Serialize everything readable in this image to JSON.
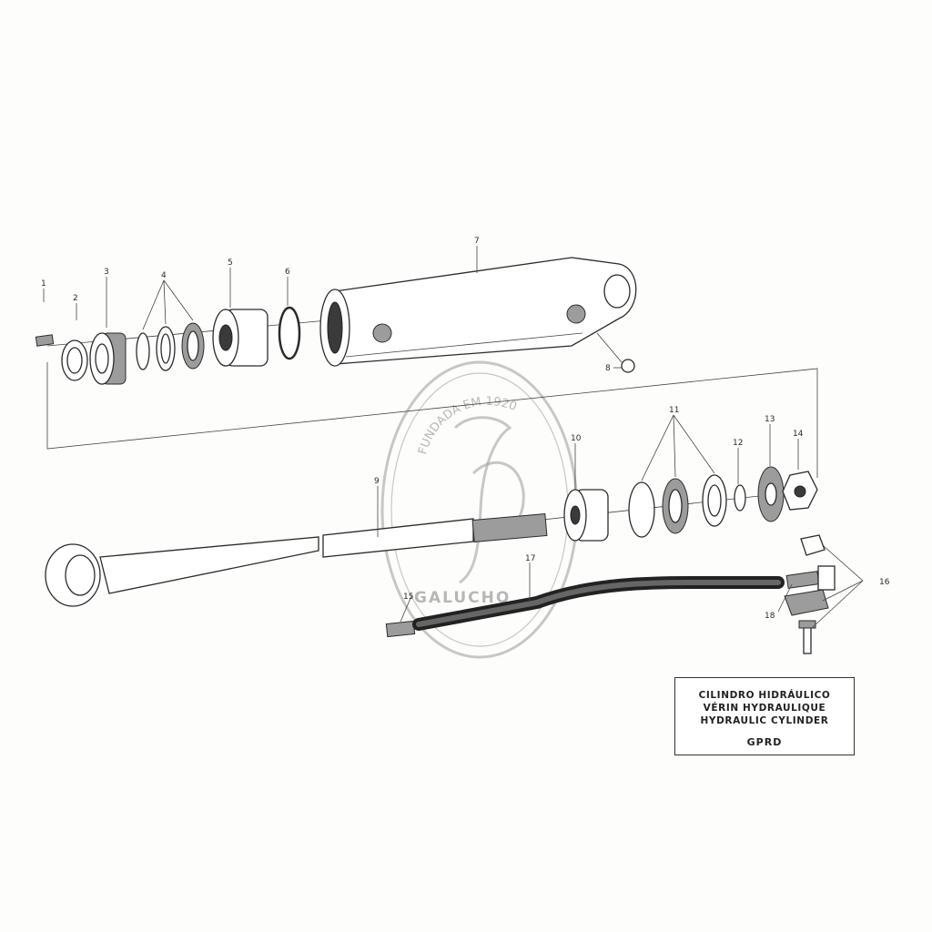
{
  "title_block": {
    "line_pt": "CILINDRO HIDRÁULICO",
    "line_fr": "VÉRIN HYDRAULIQUE",
    "line_en": "HYDRAULIC CYLINDER",
    "model": "GPRD"
  },
  "watermark": {
    "arc_text": "FUNDADA EM 1920",
    "brand": "GALUCHO"
  },
  "callouts": [
    "1",
    "2",
    "3",
    "4",
    "5",
    "6",
    "7",
    "8",
    "9",
    "10",
    "11",
    "12",
    "13",
    "14",
    "15",
    "16",
    "17",
    "18"
  ]
}
